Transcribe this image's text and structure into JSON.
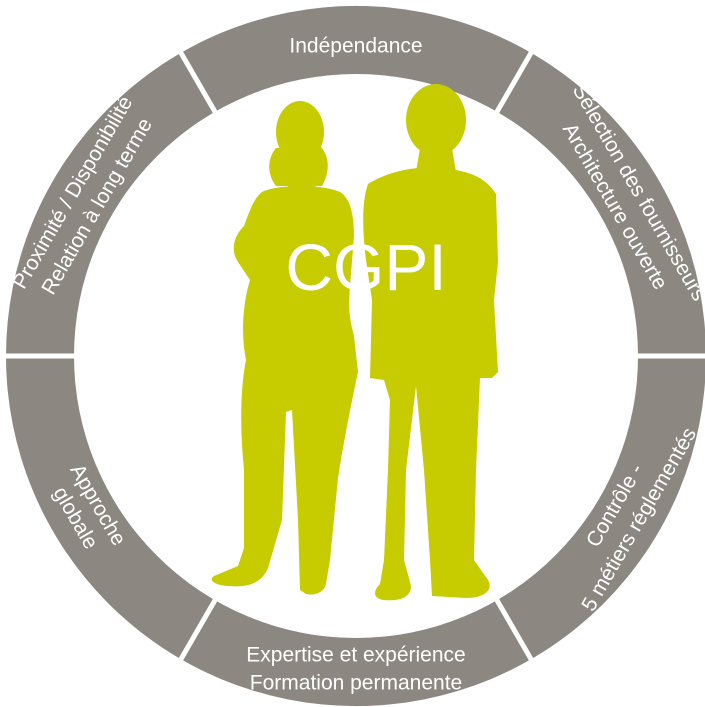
{
  "diagram": {
    "center_label": "CGPI",
    "colors": {
      "ring": "#8c8780",
      "divider": "#ffffff",
      "silhouette": "#c6cc00",
      "text": "#ffffff",
      "background": "#ffffff"
    },
    "segments": [
      {
        "id": "independance",
        "lines": [
          "Indépendance"
        ]
      },
      {
        "id": "selection",
        "lines": [
          "Sélection des fournisseurs",
          "Architecture ouverte"
        ]
      },
      {
        "id": "controle",
        "lines": [
          "Contrôle -",
          "5 métiers réglementés"
        ]
      },
      {
        "id": "expertise",
        "lines": [
          "Expertise et expérience",
          "Formation permanente"
        ]
      },
      {
        "id": "approche",
        "lines": [
          "Approche",
          "globale"
        ]
      },
      {
        "id": "proximite",
        "lines": [
          "Proximité / Disponibilité",
          "Relation à long terme"
        ]
      }
    ]
  }
}
